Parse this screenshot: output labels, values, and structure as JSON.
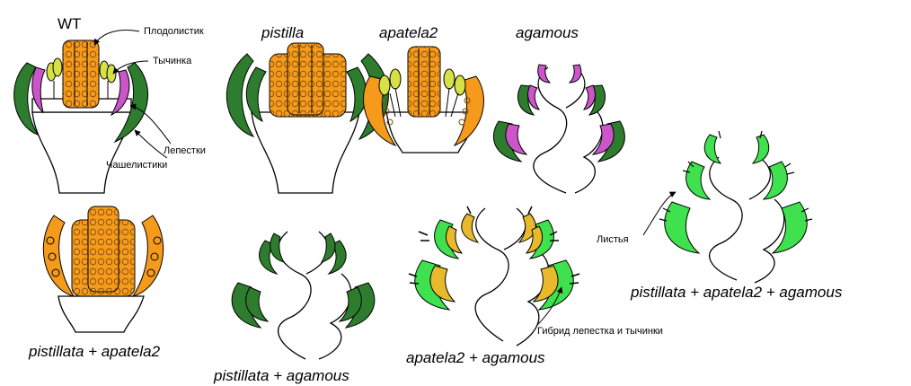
{
  "colors": {
    "sepal": "#2e7d2e",
    "petal": "#cc55cc",
    "stamen": "#d7e045",
    "carpel": "#f59a1b",
    "leaf": "#3fe24e",
    "hybrid": "#e8b92a"
  },
  "titles": {
    "wt": "WT",
    "pistilla": "pistilla",
    "apatela2": "apatela2",
    "agamous": "agamous",
    "pist_apat": "pistillata + apatela2",
    "pist_agam": "pistillata + agamous",
    "apat_agam": "apatela2 + agamous",
    "triple": "pistillata + apatela2 + agamous"
  },
  "annotations": {
    "carpel": "Плодолистик",
    "stamen": "Тычинка",
    "petals": "Лепестки",
    "sepals": "Чашелистики",
    "leaves": "Листья",
    "hybrid": "Гибрид лепестка и тычинки"
  }
}
